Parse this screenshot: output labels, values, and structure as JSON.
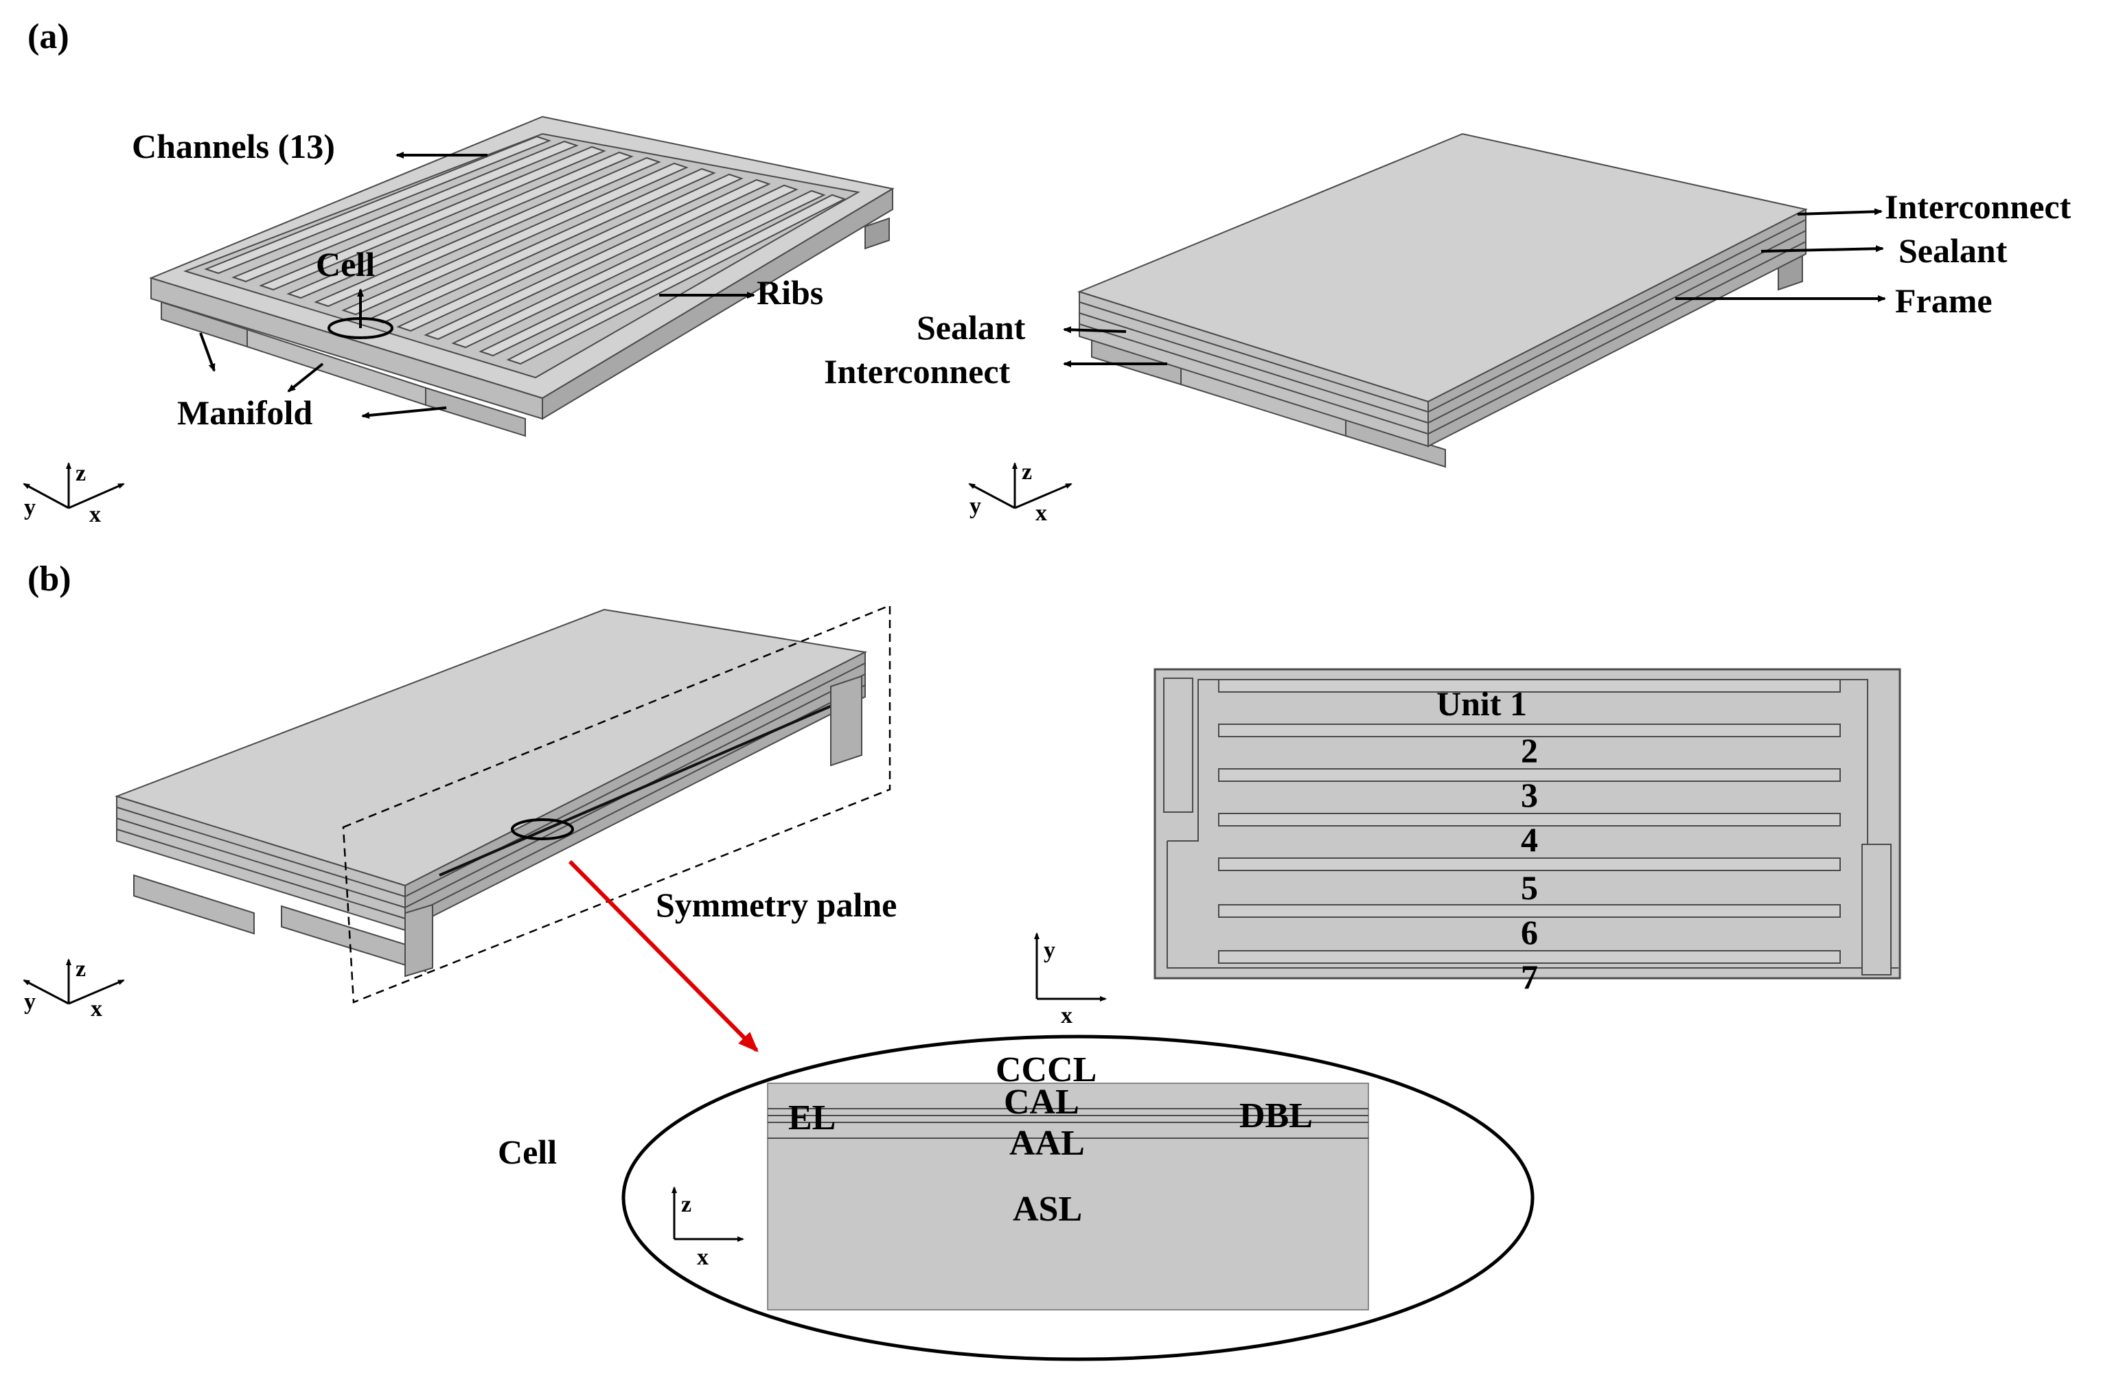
{
  "panels": {
    "a": "(a)",
    "b": "(b)"
  },
  "panel_a": {
    "flow_field": {
      "channels": "Channels (13)",
      "cell": "Cell",
      "ribs": "Ribs",
      "manifold": "Manifold"
    },
    "stack": {
      "interconnect_top": "Interconnect",
      "sealant_top": "Sealant",
      "frame": "Frame",
      "sealant_left": "Sealant",
      "interconnect_left": "Interconnect"
    }
  },
  "panel_b": {
    "symmetry_plane": "Symmetry palne",
    "units": [
      "Unit 1",
      "2",
      "3",
      "4",
      "5",
      "6",
      "7"
    ],
    "cell_label": "Cell",
    "layers": {
      "cccl": "CCCL",
      "cal": "CAL",
      "el": "EL",
      "dbl": "DBL",
      "aal": "AAL",
      "asl": "ASL"
    }
  },
  "axes": {
    "x": "x",
    "y": "y",
    "z": "z"
  },
  "colors": {
    "solid": "#c8c8c8",
    "solid_dark": "#b4b4b4",
    "solid_light": "#dcdcdc",
    "outline": "#4a4a4a",
    "arrow_red": "#e00000"
  }
}
